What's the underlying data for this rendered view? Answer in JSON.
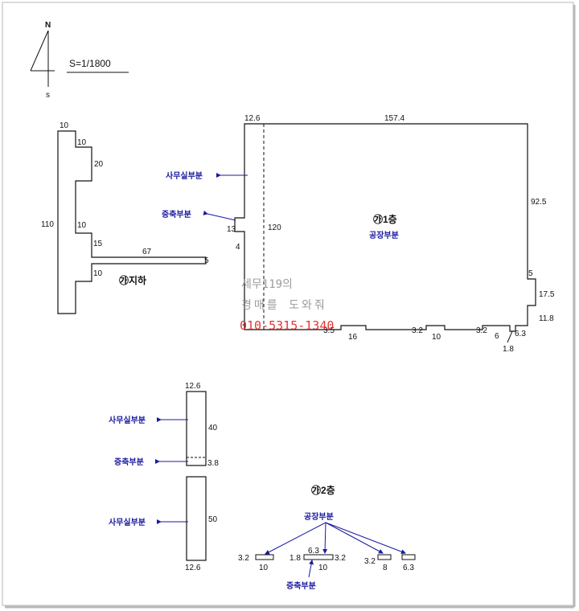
{
  "compass": {
    "north": "N",
    "south": "s",
    "scale": "S=1/1800"
  },
  "basement": {
    "title": "㉮지하",
    "dims": {
      "top": "10",
      "step1": "10",
      "step2": "20",
      "left": "110",
      "step3": "10",
      "step4": "15",
      "arm_len": "67",
      "arm_w": "5",
      "step5": "10"
    }
  },
  "floor1": {
    "title": "㉮1층",
    "subtitle": "공장부분",
    "dims": {
      "office_w": "12.6",
      "top": "157.4",
      "right_top": "92.5",
      "inner_h": "120",
      "notch_h": "13",
      "notch_w": "4",
      "right_notch": "5",
      "right_mid": "17.5",
      "right_low": "11.8",
      "b1": "3.5",
      "b2": "16",
      "b3": "3.2",
      "b4": "10",
      "b5": "3.2",
      "b6": "6",
      "b7": "6.3",
      "b8": "1.8"
    },
    "labels": {
      "office": "사무실부분",
      "annex": "증축부분"
    }
  },
  "floor2_side": {
    "dims": {
      "top_w": "12.6",
      "h1": "40",
      "h2": "3.8",
      "h3": "50",
      "bottom_w": "12.6"
    },
    "labels": {
      "office1": "사무실부분",
      "annex": "증축부분",
      "office2": "사무실부분"
    }
  },
  "floor2": {
    "title": "㉮2층",
    "factory_label": "공장부분",
    "annex_label": "증축부분",
    "dims": {
      "a_w": "3.2",
      "a_l": "10",
      "b_w": "1.8",
      "b_top": "6.3",
      "b_l": "10",
      "b_r": "3.2",
      "c_w": "3.2",
      "c_l": "8",
      "d_l": "6.3"
    }
  },
  "watermark": {
    "line1": "세무119의",
    "line2": "경매를 도와줘",
    "phone": "010-5315-1340"
  },
  "colors": {
    "line": "#111111",
    "label": "#1a1aa0",
    "phone": "#e02020",
    "frame": "#bdbdbd"
  }
}
